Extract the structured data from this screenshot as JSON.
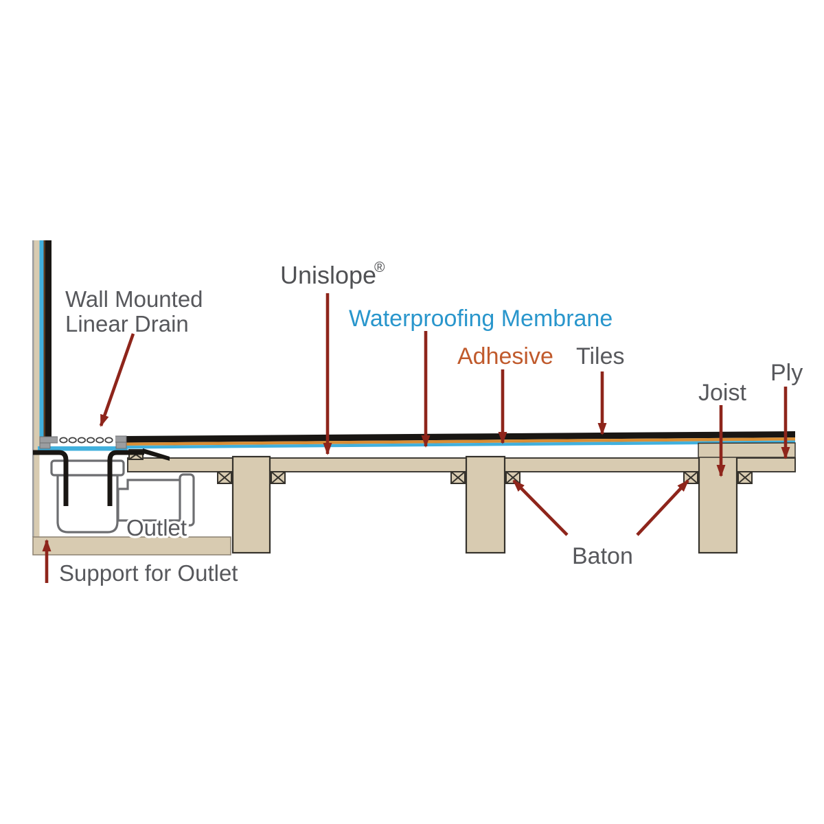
{
  "diagram_title": "Wall mounted linear drain floor installation cross-section",
  "labels": {
    "wall_mounted_line1": "Wall Mounted",
    "wall_mounted_line2": "Linear Drain",
    "unislope": "Unislope",
    "registered_mark": "®",
    "membrane": "Waterproofing Membrane",
    "adhesive": "Adhesive",
    "tiles": "Tiles",
    "joist": "Joist",
    "ply": "Ply",
    "baton": "Baton",
    "outlet": "Outlet",
    "support": "Support for Outlet"
  },
  "colors": {
    "wood": "#d8cbb1",
    "wood_outline": "#35322c",
    "ply_outline": "#3f3c35",
    "tile_black": "#191613",
    "adhesive_orange": "#d98e35",
    "membrane_blue": "#41b0dd",
    "arrow_red": "#8e251b",
    "label_gray": "#57585c",
    "label_dark": "#505154",
    "label_blue": "#2996cc",
    "label_orange": "#c05a2c",
    "drain_gray": "#9b9da0",
    "drain_outline": "#6d6e71",
    "wall_brown": "#5b3a1e",
    "support_outline": "#8b8070"
  }
}
